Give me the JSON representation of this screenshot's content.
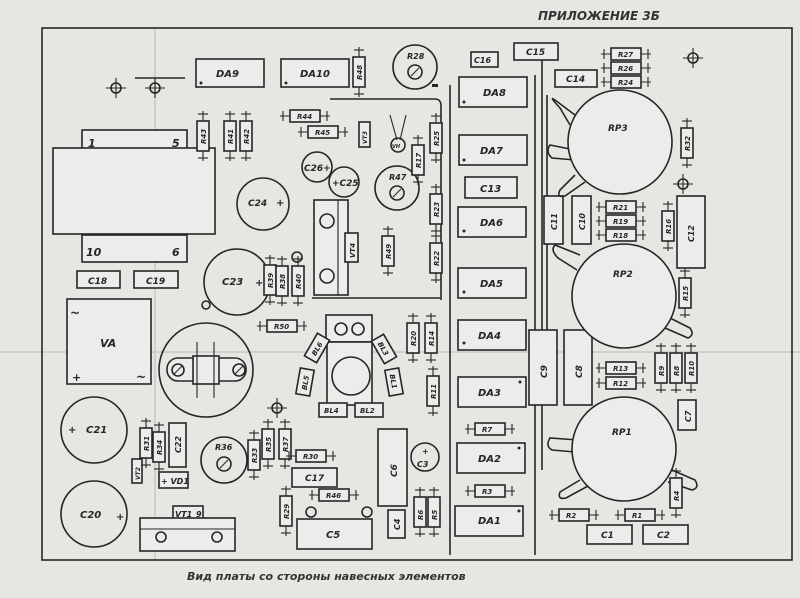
{
  "header": {
    "appendix": "ПРИЛОЖЕНИЕ 3Б"
  },
  "caption": "Вид платы со стороны навесных элементов",
  "transformer": {
    "pin1": "1",
    "pin5": "5",
    "pin10": "10",
    "pin6": "6"
  },
  "bridge": {
    "label": "VA",
    "ac1": "~",
    "ac2": "~",
    "plus": "+"
  },
  "ics": {
    "DA1": "DA1",
    "DA2": "DA2",
    "DA3": "DA3",
    "DA4": "DA4",
    "DA5": "DA5",
    "DA6": "DA6",
    "DA7": "DA7",
    "DA8": "DA8",
    "DA9": "DA9",
    "DA10": "DA10"
  },
  "pots": {
    "RP1": "RP1",
    "RP2": "RP2",
    "RP3": "RP3"
  },
  "trimmers": {
    "R28": "R28",
    "R36": "R36",
    "R47": "R47"
  },
  "capacitors": {
    "C1": "C1",
    "C2": "C2",
    "C3": "C3",
    "C4": "C4",
    "C5": "C5",
    "C6": "C6",
    "C7": "C7",
    "C8": "C8",
    "C9": "C9",
    "C10": "C10",
    "C11": "C11",
    "C12": "C12",
    "C13": "C13",
    "C14": "C14",
    "C15": "C15",
    "C16": "C16",
    "C17": "C17",
    "C18": "C18",
    "C19": "C19",
    "C20": "C20",
    "C21": "C21",
    "C22": "C22",
    "C23": "C23",
    "C24": "C24",
    "C25": "+C25",
    "C26": "C26+"
  },
  "resistors": {
    "R1": "R1",
    "R2": "R2",
    "R3": "R3",
    "R4": "R4",
    "R5": "R5",
    "R6": "R6",
    "R7": "R7",
    "R8": "R8",
    "R9": "R9",
    "R10": "R10",
    "R11": "R11",
    "R12": "R12",
    "R13": "R13",
    "R14": "R14",
    "R15": "R15",
    "R16": "R16",
    "R17": "R17",
    "R18": "R18",
    "R19": "R19",
    "R20": "R20",
    "R21": "R21",
    "R22": "R22",
    "R23": "R23",
    "R24": "R24",
    "R25": "R25",
    "R26": "R26",
    "R27": "R27",
    "R29": "R29",
    "R30": "R30",
    "R31": "R31",
    "R32": "R32",
    "R33": "R33",
    "R34": "R34",
    "R35": "R35",
    "R37": "R37",
    "R38": "R38",
    "R39": "R39",
    "R40": "R40",
    "R41": "R41",
    "R42": "R42",
    "R43": "R43",
    "R44": "R44",
    "R45": "R45",
    "R46": "R46",
    "R48": "R48",
    "R49": "R49",
    "R50": "R50"
  },
  "semis": {
    "VT1": "VT1",
    "VT1_pin": "9",
    "VT2": "VT2",
    "VT3": "VT3",
    "VT4": "VT4",
    "VD1": "+ VD1",
    "VH": "VH"
  },
  "lamps": {
    "BL1": "BL1",
    "BL2": "BL2",
    "BL3": "BL3",
    "BL4": "BL4",
    "BL5": "BL5",
    "BL6": "BL6"
  },
  "marks": {
    "plus": "+"
  }
}
